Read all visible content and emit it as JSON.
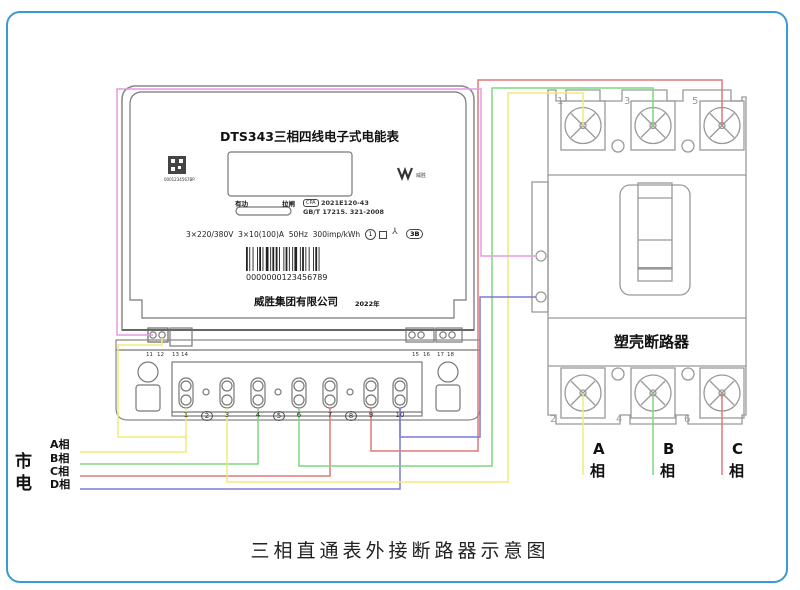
{
  "caption": "三相直通表外接断路器示意图",
  "meter": {
    "title": "DTS343三相四线电子式电能表",
    "qr_serial": "0001234567BP",
    "label_active": "有功",
    "label_alarm": "拉闸",
    "cert_mark": "CPA",
    "cert_code": "2021E120-43",
    "standard": "GB/T 17215. 321-2008",
    "spec": "3×220/380V  3×10(100)A  50Hz  300imp/kWh",
    "class_mark": "1",
    "badge": "3B",
    "barcode_number": "0000000123456789",
    "manufacturer": "威胜集团有限公司",
    "year": "2022年",
    "brand": "威胜",
    "aux_terminals": [
      "11",
      "12",
      "13",
      "14",
      "15",
      "16",
      "17",
      "18"
    ],
    "main_terminals": [
      "1",
      "2",
      "3",
      "4",
      "5",
      "6",
      "7",
      "8",
      "9",
      "10"
    ]
  },
  "breaker": {
    "name": "塑壳断路器",
    "top_terminals": [
      "1",
      "3",
      "5"
    ],
    "bottom_terminals": [
      "2",
      "4",
      "6"
    ],
    "outputs": [
      {
        "letter": "A",
        "suffix": "相",
        "color": "#f2ea7a"
      },
      {
        "letter": "B",
        "suffix": "相",
        "color": "#7fd67f"
      },
      {
        "letter": "C",
        "suffix": "相",
        "color": "#e07878"
      }
    ]
  },
  "mains": {
    "label_top": "市",
    "label_bottom": "电",
    "phases": [
      {
        "label": "A相",
        "color": "#f2ea7a"
      },
      {
        "label": "B相",
        "color": "#7fd67f"
      },
      {
        "label": "C相",
        "color": "#e07878"
      },
      {
        "label": "D相",
        "color": "#7b7bd0"
      }
    ]
  },
  "colors": {
    "frame": "#3a9bd0",
    "yellow": "#f2ea7a",
    "green": "#7fd67f",
    "red": "#e07878",
    "blue": "#7b7bd0",
    "pink": "#e39ae3",
    "drawing": "#777777"
  }
}
